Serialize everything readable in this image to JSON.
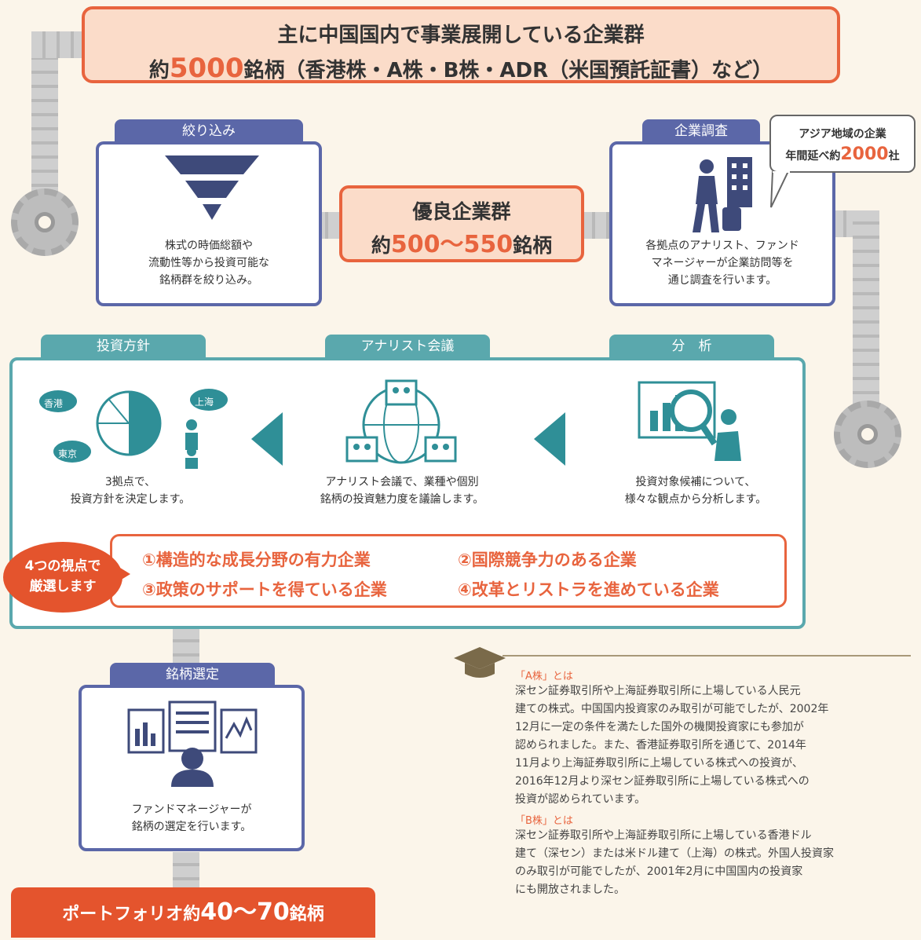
{
  "banner": {
    "line1": "主に中国国内で事業展開している企業群",
    "line2_prefix": "約",
    "line2_num": "5000",
    "line2_suffix": "銘柄（香港株・A株・B株・ADR（米国預託証書）など）"
  },
  "screening": {
    "tab": "絞り込み",
    "text1": "株式の時価総額や",
    "text2": "流動性等から投資可能な",
    "text3": "銘柄群を絞り込み。"
  },
  "good_companies": {
    "title": "優良企業群",
    "prefix": "約",
    "num": "500〜550",
    "suffix": "銘柄"
  },
  "research": {
    "tab": "企業調査",
    "text1": "各拠点のアナリスト、ファンド",
    "text2": "マネージャーが企業訪問等を",
    "text3": "通じ調査を行います。",
    "bubble_line1": "アジア地域の企業",
    "bubble_line2_prefix": "年間延べ約",
    "bubble_num": "2000",
    "bubble_suffix": "社"
  },
  "policy": {
    "tab": "投資方針",
    "text1": "3拠点で、",
    "text2": "投資方針を決定します。",
    "city_hk": "香港",
    "city_tokyo": "東京",
    "city_shanghai": "上海"
  },
  "analyst_meeting": {
    "tab": "アナリスト会議",
    "text1": "アナリスト会議で、業種や個別",
    "text2": "銘柄の投資魅力度を議論します。"
  },
  "analysis": {
    "tab": "分　析",
    "text1": "投資対象候補について、",
    "text2": "様々な観点から分析します。"
  },
  "viewpoints": {
    "bubble_line1": "4つの視点で",
    "bubble_line2": "厳選します",
    "item1": "①構造的な成長分野の有力企業",
    "item2": "②国際競争力のある企業",
    "item3": "③政策のサポートを得ている企業",
    "item4": "④改革とリストラを進めている企業"
  },
  "selection": {
    "tab": "銘柄選定",
    "text1": "ファンドマネージャーが",
    "text2": "銘柄の選定を行います。"
  },
  "portfolio": {
    "prefix": "ポートフォリオ約",
    "num": "40〜70",
    "suffix": "銘柄"
  },
  "glossary": {
    "a_head": "「A株」とは",
    "a_l1": "深セン証券取引所や上海証券取引所に上場している人民元",
    "a_l2": "建ての株式。中国国内投資家のみ取引が可能でしたが、2002年",
    "a_l3": "12月に一定の条件を満たした国外の機関投資家にも参加が",
    "a_l4": "認められました。また、香港証券取引所を通じて、2014年",
    "a_l5": "11月より上海証券取引所に上場している株式への投資が、",
    "a_l6": "2016年12月より深セン証券取引所に上場している株式への",
    "a_l7": "投資が認められています。",
    "b_head": "「B株」とは",
    "b_l1": "深セン証券取引所や上海証券取引所に上場している香港ドル",
    "b_l2": "建て（深セン）または米ドル建て（上海）の株式。外国人投資家",
    "b_l3": "のみ取引が可能でしたが、2001年2月に中国国内の投資家",
    "b_l4": "にも開放されました。"
  },
  "colors": {
    "orange": "#e8643e",
    "purple": "#5b67a8",
    "teal": "#5aa8ad",
    "dark_teal": "#2f8f97",
    "navy": "#3e4a7a"
  }
}
